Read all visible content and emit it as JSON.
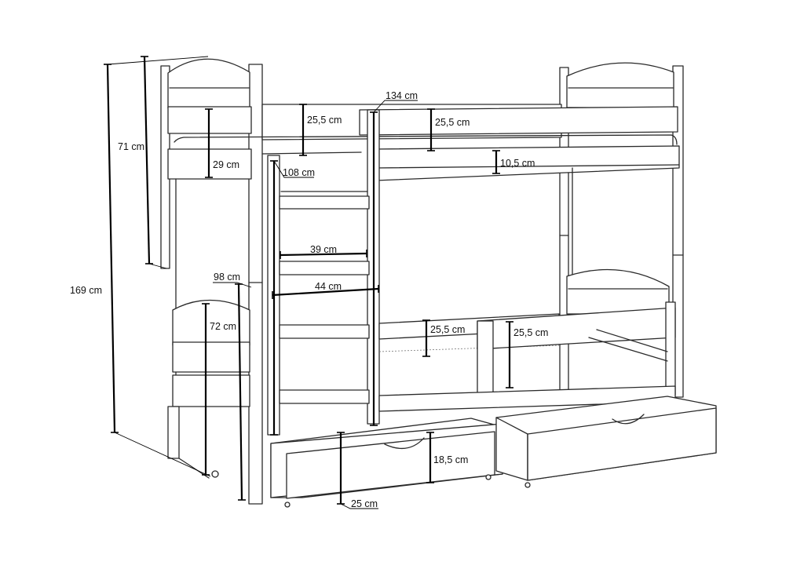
{
  "diagram": {
    "kind": "bunk bed with two storage drawers",
    "labels": {
      "total_height": "169 cm",
      "upper_headboard_height": "71 cm",
      "upper_rail_height": "29 cm",
      "upper_rail_1": "25,5 cm",
      "length": "134 cm",
      "upper_rail_2": "25,5 cm",
      "upper_mattress_gap": "10,5 cm",
      "ladder_height": "108 cm",
      "ladder_step": "39 cm",
      "ladder_width": "44 cm",
      "leg_height": "98 cm",
      "lower_headboard_height": "72 cm",
      "lower_rail_1": "25,5 cm",
      "lower_rail_2": "25,5 cm",
      "drawer_height": "18,5 cm",
      "drawer_depth": "25 cm"
    }
  }
}
